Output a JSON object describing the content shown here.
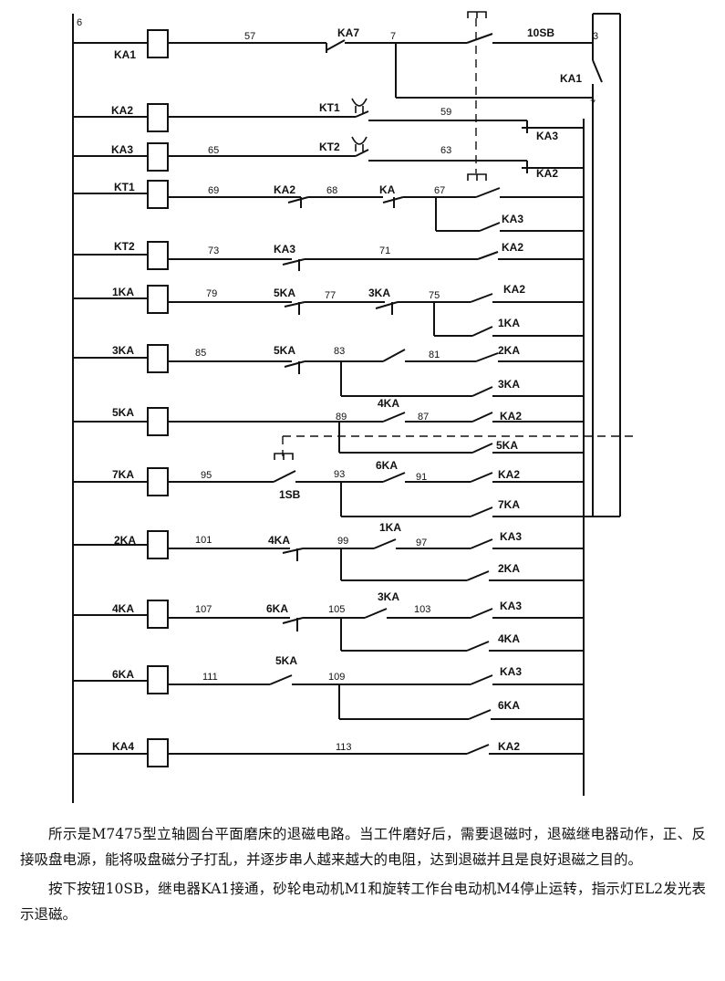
{
  "diagram": {
    "node_top_left": "6",
    "node_top_right": "3",
    "node_right_7": "7",
    "rows": [
      {
        "coil": "KA1",
        "n1": "57",
        "c1": "KA7",
        "n2": "7",
        "c2": "10SB"
      },
      {
        "coil": "KA2",
        "c1": "KT1",
        "n1": "59",
        "c2": "KA3"
      },
      {
        "coil": "KA3",
        "n1": "65",
        "c1": "KT2",
        "n2": "63",
        "c2": "KA2"
      },
      {
        "coil": "KT1",
        "n1": "69",
        "c1": "KA2",
        "n2": "68",
        "c2": "KA",
        "n3": "67",
        "c3": "KA3"
      },
      {
        "coil": "KT2",
        "n1": "73",
        "c1": "KA3",
        "n2": "71",
        "c2": "KA2"
      },
      {
        "coil": "1KA",
        "n1": "79",
        "c1": "5KA",
        "n2": "77",
        "c2": "3KA",
        "n3": "75",
        "c3": "KA2",
        "c4": "1KA"
      },
      {
        "coil": "3KA",
        "n1": "85",
        "c1": "5KA",
        "n2": "83",
        "n3": "81",
        "c2": "2KA",
        "c3": "3KA"
      },
      {
        "coil": "5KA",
        "n1": "89",
        "c1": "4KA",
        "n2": "87",
        "c2": "KA2",
        "c3": "5KA"
      },
      {
        "coil": "7KA",
        "n1": "95",
        "c1": "1SB",
        "n2": "93",
        "c2": "6KA",
        "n3": "91",
        "c3": "KA2",
        "c4": "7KA"
      },
      {
        "coil": "2KA",
        "n1": "101",
        "c1": "4KA",
        "n2": "99",
        "c2": "1KA",
        "n3": "97",
        "c3": "KA3",
        "c4": "2KA"
      },
      {
        "coil": "4KA",
        "n1": "107",
        "c1": "6KA",
        "n2": "105",
        "c2": "3KA",
        "n3": "103",
        "c3": "KA3",
        "c4": "4KA"
      },
      {
        "coil": "6KA",
        "n1": "111",
        "c1": "5KA",
        "n2": "109",
        "c2": "KA3",
        "c3": "6KA"
      },
      {
        "coil": "KA4",
        "n1": "113",
        "c1": "KA2"
      }
    ]
  },
  "caption": {
    "paragraph1": "所示是M7475型立轴圆台平面磨床的退磁电路。当工件磨好后，需要退磁时，退磁继电器动作，正、反接吸盘电源，能将吸盘磁分子打乱，并逐步串人越来越大的电阻，达到退磁并且是良好退磁之目的。",
    "paragraph2": "按下按钮10SB，继电器KA1接通，砂轮电动机M1和旋转工作台电动机M4停止运转，指示灯EL2发光表示退磁。"
  }
}
